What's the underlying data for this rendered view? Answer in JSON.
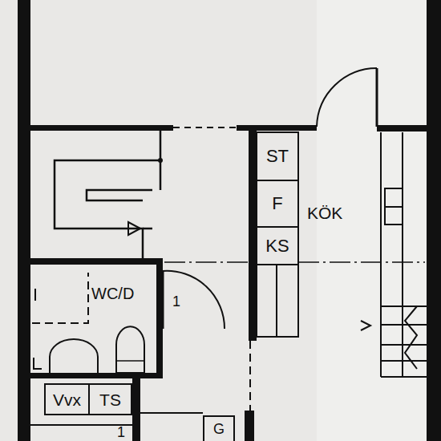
{
  "diagram": {
    "nodes": [
      {
        "text": [
          "ST"
        ]
      },
      {
        "text": [
          "F"
        ]
      },
      {
        "text": [
          "KS"
        ]
      },
      {
        "text": [
          "Vvx"
        ]
      },
      {
        "text": [
          "TS"
        ]
      },
      {
        "text": [
          "G"
        ]
      }
    ],
    "labels": [
      "KÖK",
      "WC/D",
      "1",
      "1"
    ]
  }
}
